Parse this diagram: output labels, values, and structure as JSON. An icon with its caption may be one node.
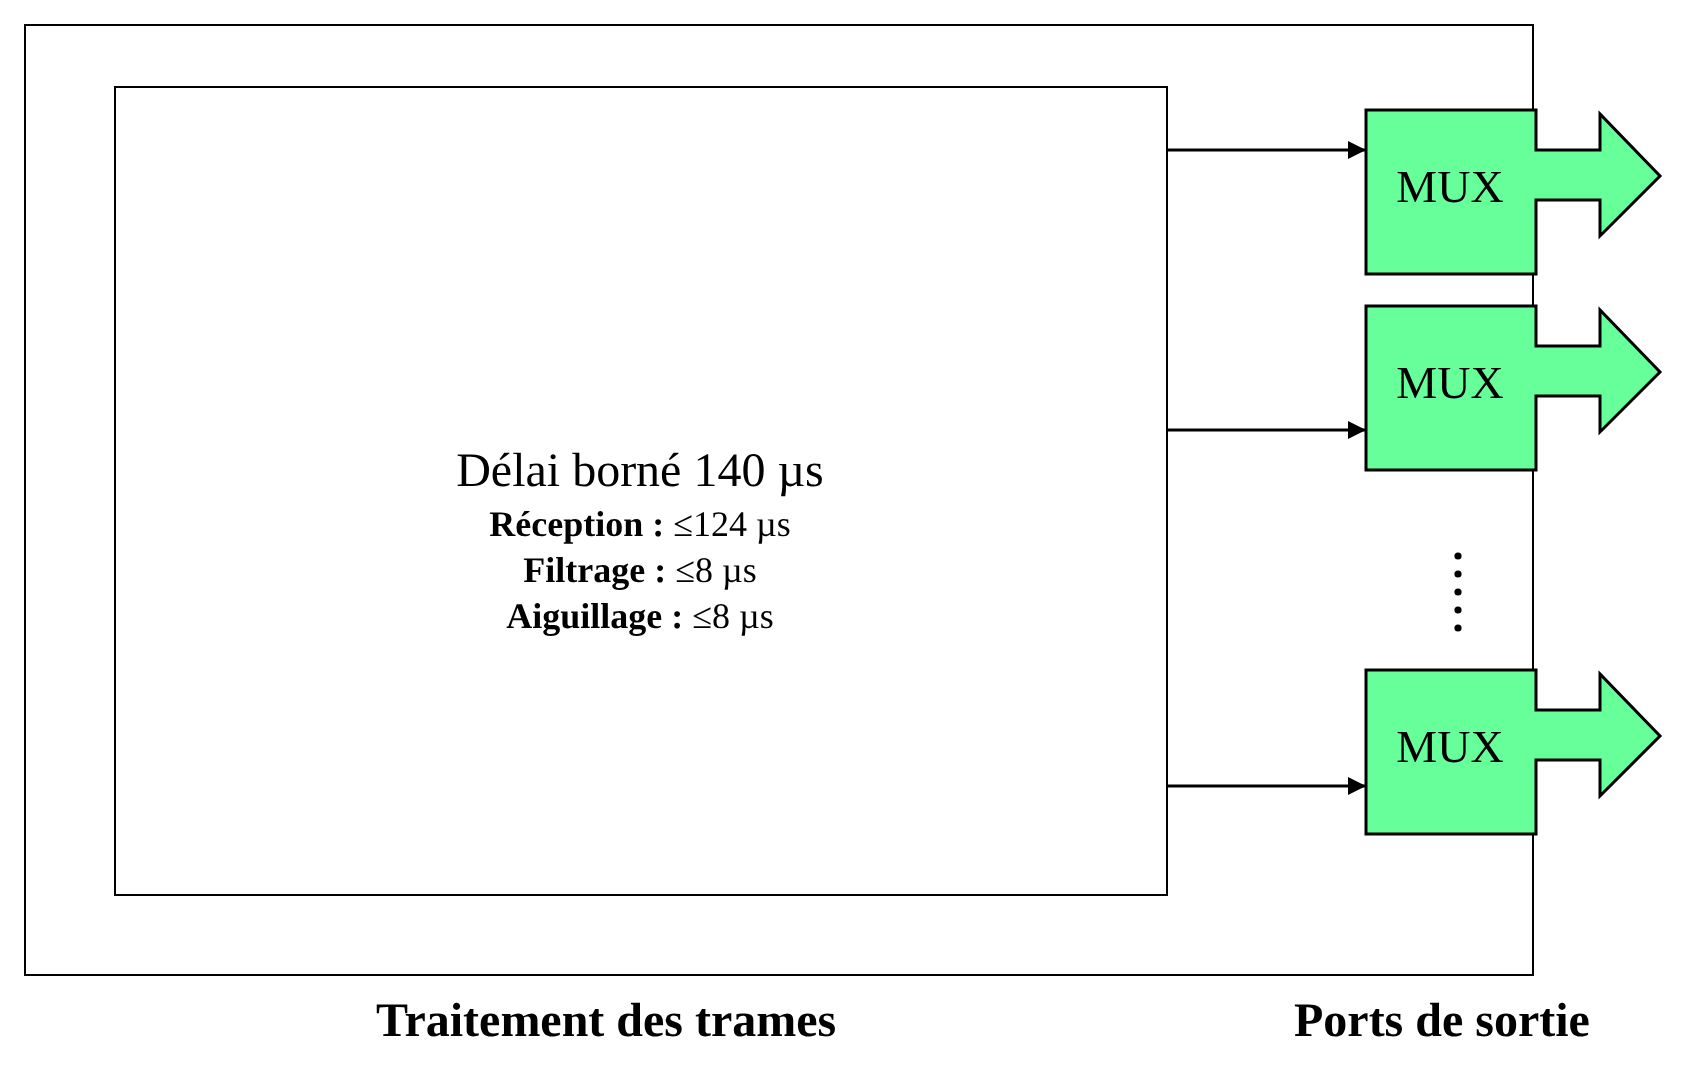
{
  "diagram": {
    "nodes": [
      {
        "text": [],
        "shape": "box"
      },
      {
        "text": [
          "Délai borné 140 µs",
          "**Réception :** ≤124 µs",
          "**Filtrage :** ≤8 µs",
          "**Aiguillage :** ≤8 µs"
        ],
        "in": 0
      },
      {
        "text": [
          "MUX"
        ],
        "in": 0
      },
      {
        "text": [
          "MUX"
        ],
        "in": 0
      },
      {
        "text": [
          "MUX"
        ],
        "in": 0
      }
    ],
    "edges": [
      {
        "from": 1,
        "to": 2,
        "arrow": "to"
      },
      {
        "from": 1,
        "to": 3,
        "arrow": "to"
      },
      {
        "from": 1,
        "to": 4,
        "arrow": "to"
      }
    ],
    "labels": [
      "Traitement des trames",
      "Ports de sortie"
    ]
  }
}
